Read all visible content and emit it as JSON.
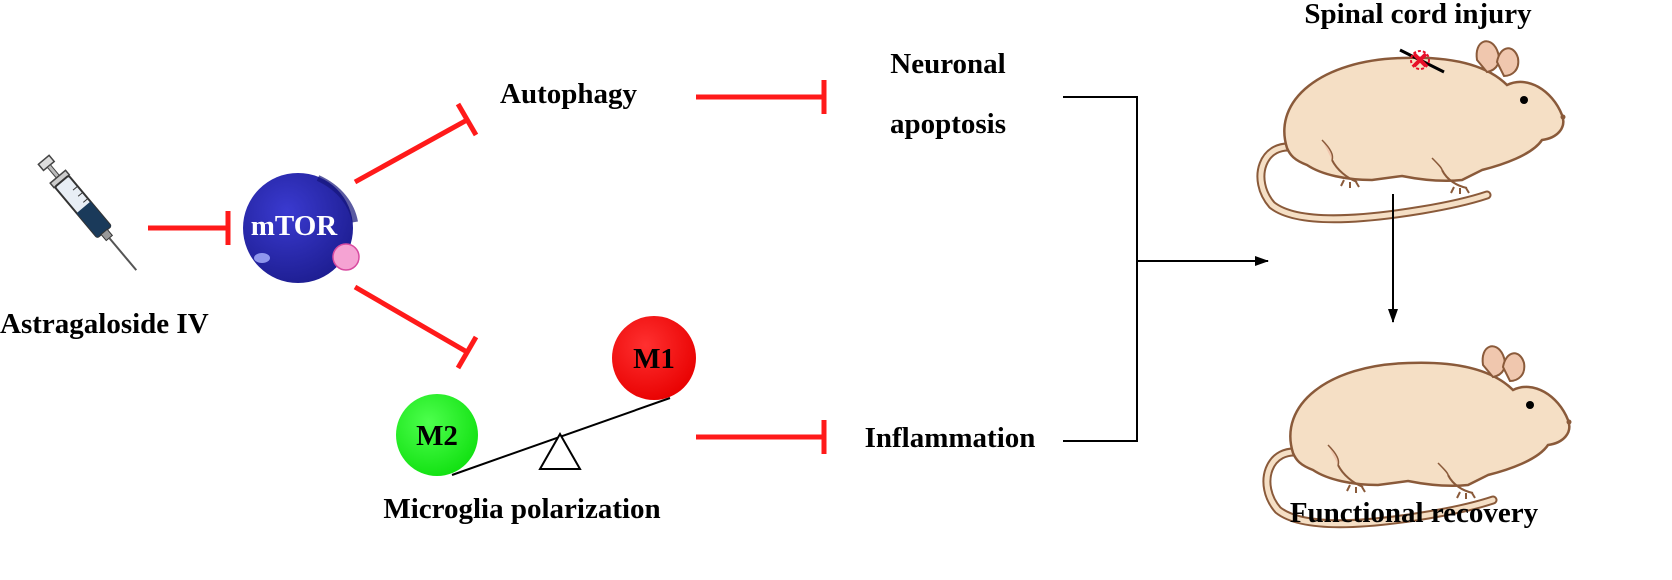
{
  "labels": {
    "drug": "Astragaloside IV",
    "mtor": "mTOR",
    "autophagy": "Autophagy",
    "neuronal": "Neuronal",
    "apoptosis": "apoptosis",
    "m1": "M1",
    "m2": "M2",
    "microglia": "Microglia polarization",
    "inflammation": "Inflammation",
    "sci": "Spinal cord injury",
    "recovery": "Functional recovery"
  },
  "colors": {
    "inhibit": "#ff1a1a",
    "mtor": "#2a2ab0",
    "m1": "#ff0000",
    "m2": "#19f019",
    "rat_body": "#f5dfc5",
    "rat_outline": "#8a5a3a",
    "injury": "#e8102a"
  },
  "icons": {
    "drug": "syringe-icon",
    "subject_injured": "rat-icon",
    "subject_recovered": "rat-icon"
  }
}
